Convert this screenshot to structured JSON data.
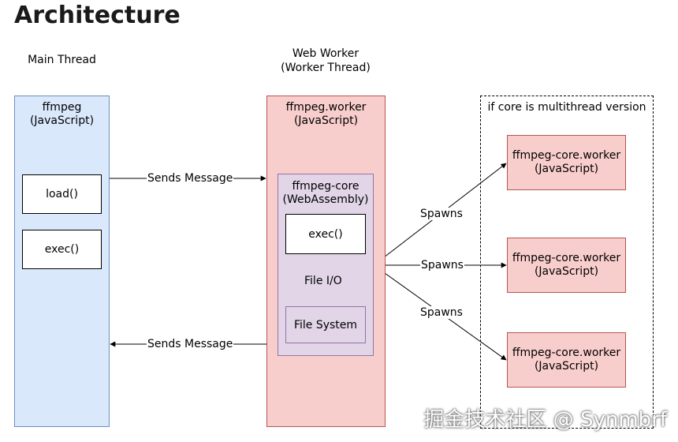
{
  "title": "Architecture",
  "main_thread": {
    "heading": "Main Thread",
    "box_line1": "ffmpeg",
    "box_line2": "(JavaScript)",
    "load_label": "load()",
    "exec_label": "exec()"
  },
  "web_worker": {
    "heading_line1": "Web Worker",
    "heading_line2": "(Worker Thread)",
    "box_line1": "ffmpeg.worker",
    "box_line2": "(JavaScript)",
    "core": {
      "line1": "ffmpeg-core",
      "line2": "(WebAssembly)",
      "exec_label": "exec()",
      "file_io_label": "File I/O",
      "file_system_label": "File System"
    }
  },
  "multithread": {
    "heading": "if core is multithread version",
    "workers": [
      {
        "line1": "ffmpeg-core.worker",
        "line2": "(JavaScript)"
      },
      {
        "line1": "ffmpeg-core.worker",
        "line2": "(JavaScript)"
      },
      {
        "line1": "ffmpeg-core.worker",
        "line2": "(JavaScript)"
      }
    ]
  },
  "edges": {
    "sends_message_top": "Sends Message",
    "sends_message_bottom": "Sends Message",
    "spawns_1": "Spawns",
    "spawns_2": "Spawns",
    "spawns_3": "Spawns"
  },
  "watermark": "掘金技术社区 @ Synmbrf"
}
